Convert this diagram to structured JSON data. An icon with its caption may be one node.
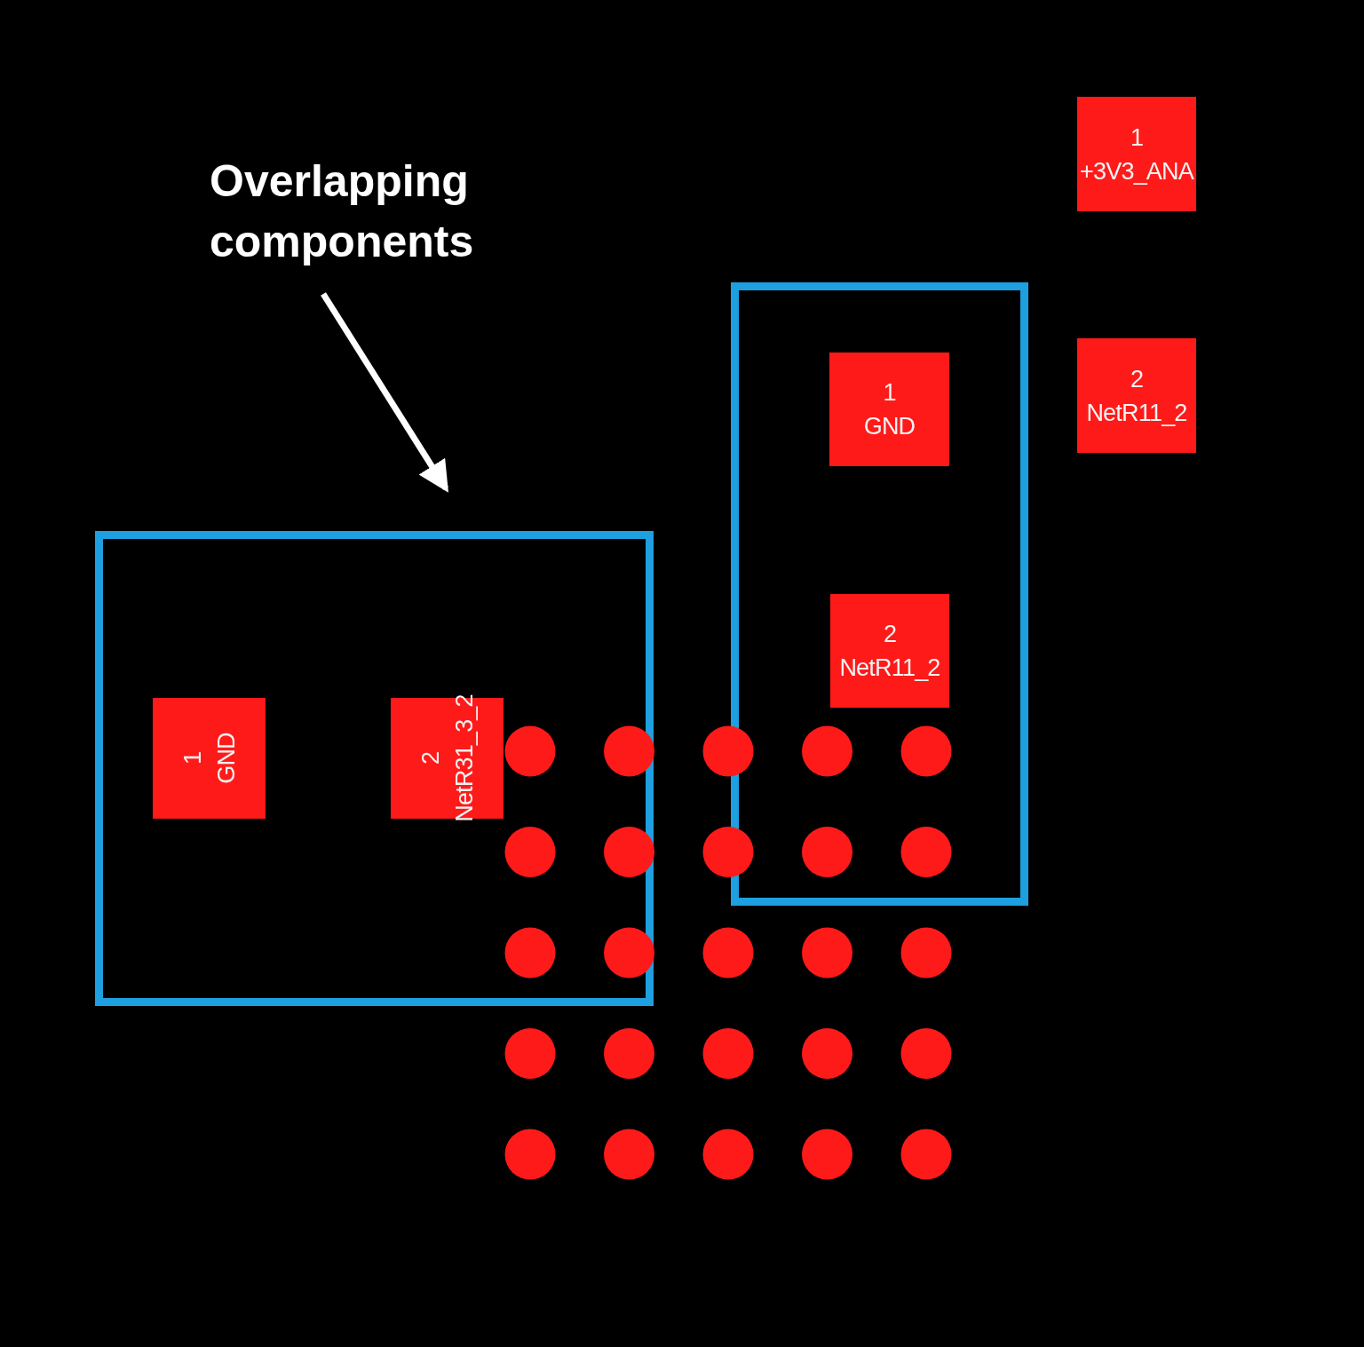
{
  "diagram": {
    "nodes": [
      {
        "text": [
          "Overlapping components"
        ]
      },
      {
        "text": [
          "1",
          "+3V3_ANA"
        ]
      },
      {
        "text": [],
        "shape": "box"
      },
      {
        "text": [
          "1",
          "GND"
        ],
        "in": 2
      },
      {
        "text": [
          "2",
          "NetR11_2"
        ]
      },
      {
        "text": [
          "2",
          "NetR11_2"
        ],
        "in": 2
      },
      {
        "text": [],
        "shape": "box"
      },
      {
        "text": [
          "1",
          "GND"
        ],
        "in": 6
      },
      {
        "text": [
          "2",
          "NetR31_3_2"
        ],
        "in": 6
      }
    ],
    "edges": [
      {
        "from": 0,
        "to": 6,
        "arrow": "to"
      }
    ]
  }
}
